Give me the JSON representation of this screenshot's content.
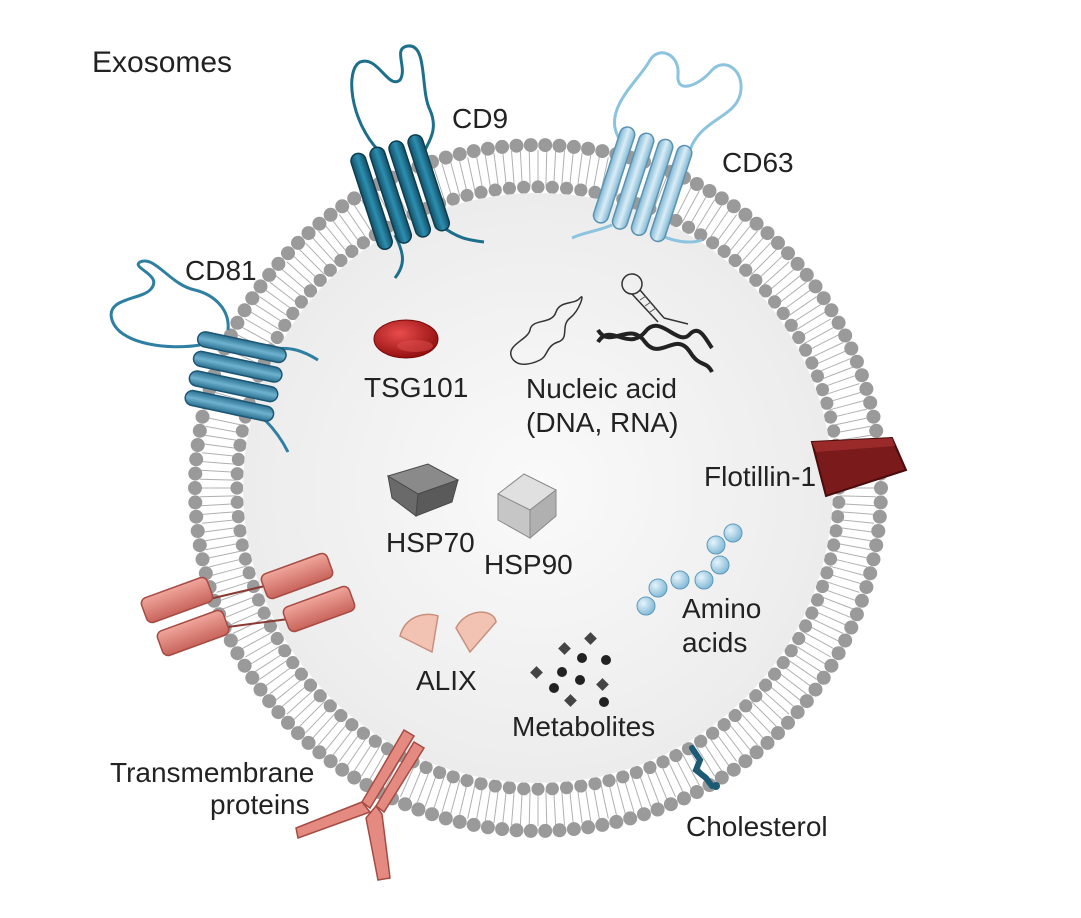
{
  "title": "Exosomes",
  "labels": {
    "cd9": "CD9",
    "cd63": "CD63",
    "cd81": "CD81",
    "tsg101": "TSG101",
    "nucleic_line1": "Nucleic acid",
    "nucleic_line2": "(DNA, RNA)",
    "flotillin": "Flotillin-1",
    "hsp70": "HSP70",
    "hsp90": "HSP90",
    "amino_line1": "Amino",
    "amino_line2": "acids",
    "alix": "ALIX",
    "metabolites": "Metabolites",
    "transmembrane_line1": "Transmembrane",
    "transmembrane_line2": "proteins",
    "cholesterol": "Cholesterol"
  },
  "colors": {
    "bead": "#9a9a9a",
    "lumen": "#f4f4f4",
    "cd9": "#1e6f8c",
    "cd63": "#a9d3ea",
    "cd81": "#3b88aa",
    "tsg101": "#c01818",
    "flotillin": "#7a1a1a",
    "transmembrane": "#e58a80",
    "cholesterol": "#1d5a75",
    "hsp70": "#6e6e6e",
    "hsp90": "#c8c8c8",
    "alix": "#f2c2b2",
    "amino": "#a8d0e6"
  }
}
